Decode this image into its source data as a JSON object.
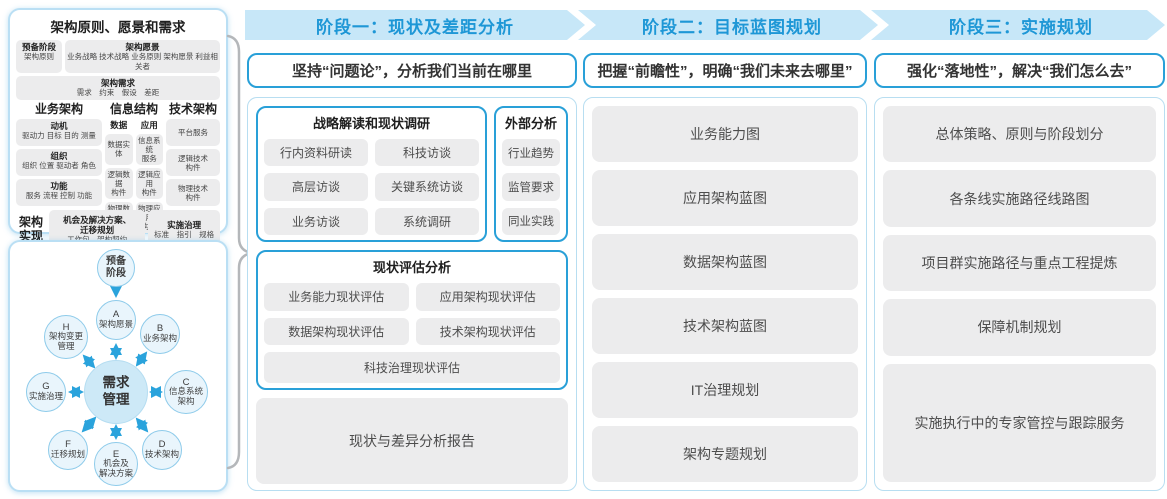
{
  "colors": {
    "band_bg": "#c7e7f8",
    "band_text": "#1e97d6",
    "accent_border": "#29a0d8",
    "light_border": "#b8def1",
    "chip_bg": "#ececed",
    "chip_text": "#4d4d4d",
    "arrow_blue": "#2aa3dc",
    "node_fill": "#e9f5fc",
    "center_fill": "#cde9f7"
  },
  "left_top": {
    "title": "架构原则、愿景和需求",
    "prep": {
      "title": "预备阶段",
      "sub": "架构原则"
    },
    "vision": {
      "title": "架构愿景",
      "sub": "业务战略 技术战略 业务原则 架构愿景 利益相关者"
    },
    "req": {
      "title": "架构需求",
      "sub": "需求　约束　假设　差距"
    },
    "biz": {
      "title": "业务架构",
      "boxes": [
        {
          "title": "动机",
          "sub": "驱动力 目标 目的 测量"
        },
        {
          "title": "组织",
          "sub": "组织 位置 驱动者 角色"
        },
        {
          "title": "功能",
          "sub": "服务 流程 控制 功能"
        }
      ]
    },
    "info": {
      "title": "信息结构",
      "cols": [
        {
          "title": "数据",
          "items": [
            "数据实体",
            "逻辑数据\n构件",
            "物理数据\n构件"
          ]
        },
        {
          "title": "应用",
          "items": [
            "信息系统\n服务",
            "逻辑应用\n构件",
            "物理应用\n构件"
          ]
        }
      ]
    },
    "tech": {
      "title": "技术架构",
      "items": [
        "平台服务",
        "逻辑技术\n构件",
        "物理技术\n构件"
      ]
    },
    "realize": {
      "label": "架构\n实现",
      "boxes": [
        {
          "title": "机会及解决方案、\n迁移规划",
          "sub": "工作包　架构契约"
        },
        {
          "title": "实施治理",
          "sub": "标准　指引　规格"
        }
      ]
    }
  },
  "cycle": {
    "prep": "预备\n阶段",
    "center": "需求\n管理",
    "nodes": [
      {
        "letter": "A",
        "label": "架构愿景"
      },
      {
        "letter": "B",
        "label": "业务架构"
      },
      {
        "letter": "C",
        "label": "信息系统\n架构"
      },
      {
        "letter": "D",
        "label": "技术架构"
      },
      {
        "letter": "E",
        "label": "机会及\n解决方案"
      },
      {
        "letter": "F",
        "label": "迁移规划"
      },
      {
        "letter": "G",
        "label": "实施治理"
      },
      {
        "letter": "H",
        "label": "架构变更\n管理"
      }
    ]
  },
  "phases": [
    {
      "header": "阶段一：现状及差距分析",
      "subtitle": "坚持“问题论”，分析我们当前在哪里",
      "strategy": {
        "title": "战略解读和现状调研",
        "items": [
          "行内资料研读",
          "科技访谈",
          "高层访谈",
          "关键系统访谈",
          "业务访谈",
          "系统调研"
        ]
      },
      "external": {
        "title": "外部分析",
        "items": [
          "行业趋势",
          "监管要求",
          "同业实践"
        ]
      },
      "assess": {
        "title": "现状评估分析",
        "items": [
          "业务能力现状评估",
          "应用架构现状评估",
          "数据架构现状评估",
          "技术架构现状评估"
        ],
        "full_item": "科技治理现状评估"
      },
      "report": "现状与差异分析报告"
    },
    {
      "header": "阶段二：目标蓝图规划",
      "subtitle": "把握“前瞻性”，明确“我们未来去哪里”",
      "items": [
        "业务能力图",
        "应用架构蓝图",
        "数据架构蓝图",
        "技术架构蓝图",
        "IT治理规划",
        "架构专题规划"
      ]
    },
    {
      "header": "阶段三：实施规划",
      "subtitle": "强化“落地性”，解决“我们怎么去”",
      "items": [
        "总体策略、原则与阶段划分",
        "各条线实施路径线路图",
        "项目群实施路径与重点工程提炼",
        "保障机制规划",
        "实施执行中的专家管控与跟踪服务"
      ]
    }
  ]
}
